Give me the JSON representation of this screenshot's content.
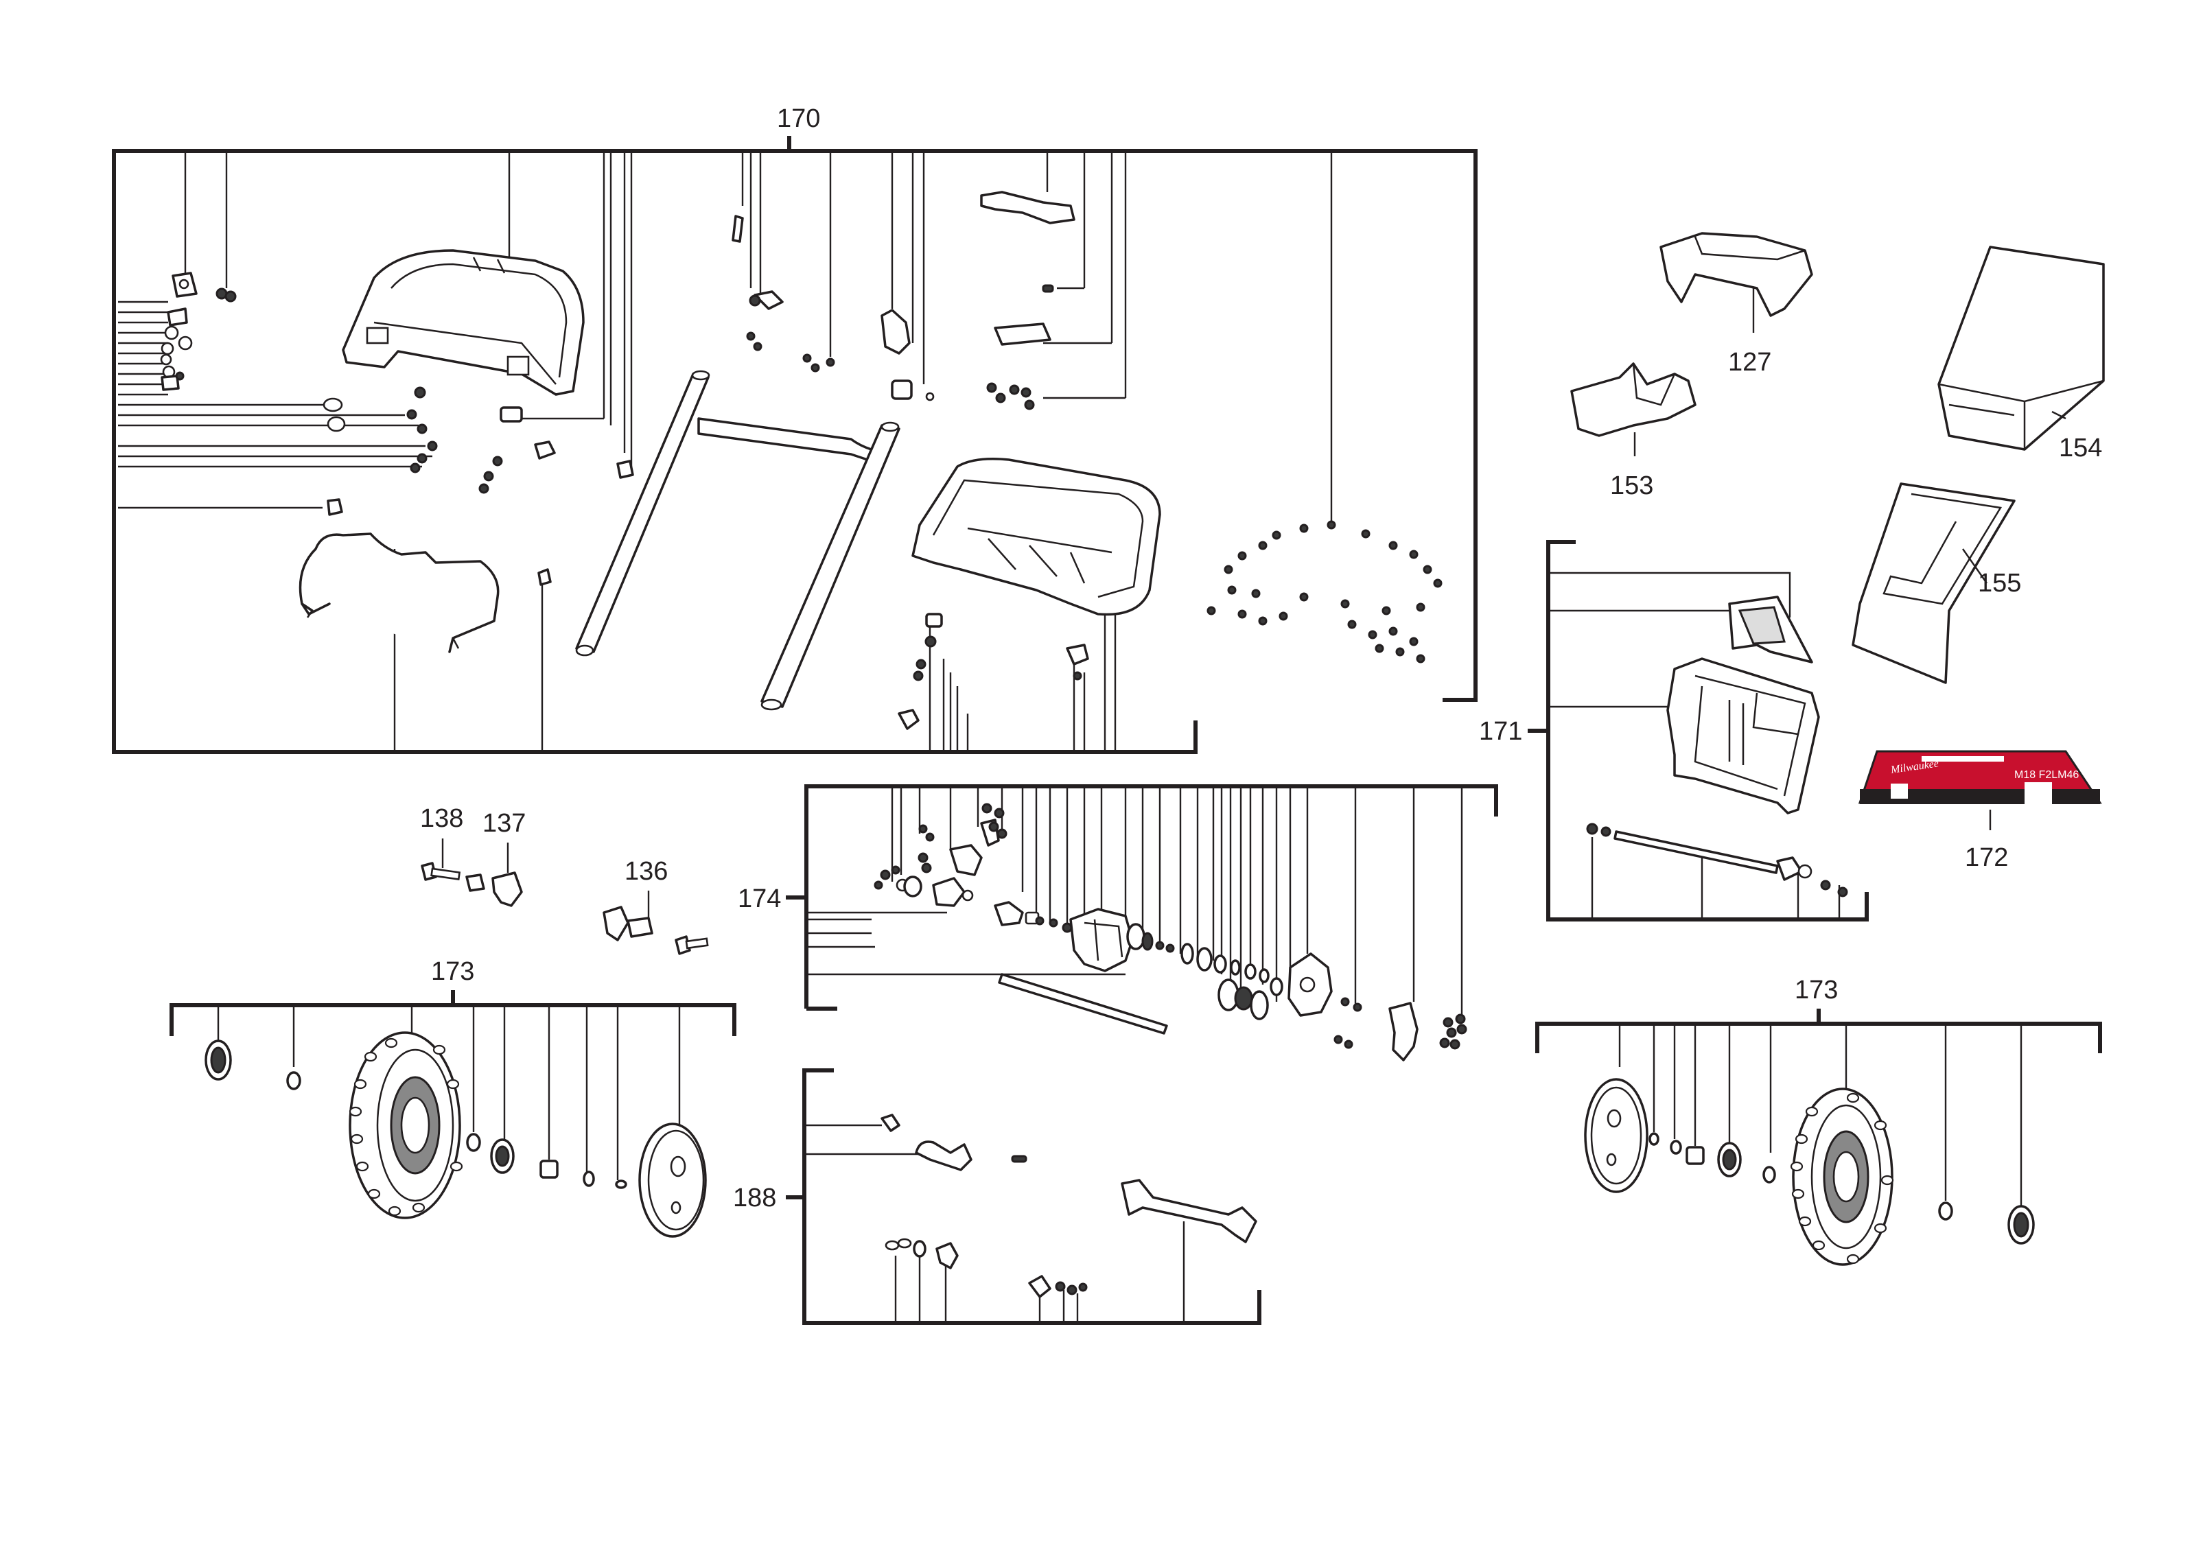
{
  "labels": {
    "l170": "170",
    "l127": "127",
    "l153": "153",
    "l154": "154",
    "l155": "155",
    "l171": "171",
    "l172": "172",
    "l138": "138",
    "l137": "137",
    "l136": "136",
    "l174": "174",
    "l173_left": "173",
    "l173_right": "173",
    "l188": "188"
  },
  "decal": {
    "brand": "Milwaukee",
    "model": "M18 F2LM46",
    "brand_color": "#c8102e"
  }
}
